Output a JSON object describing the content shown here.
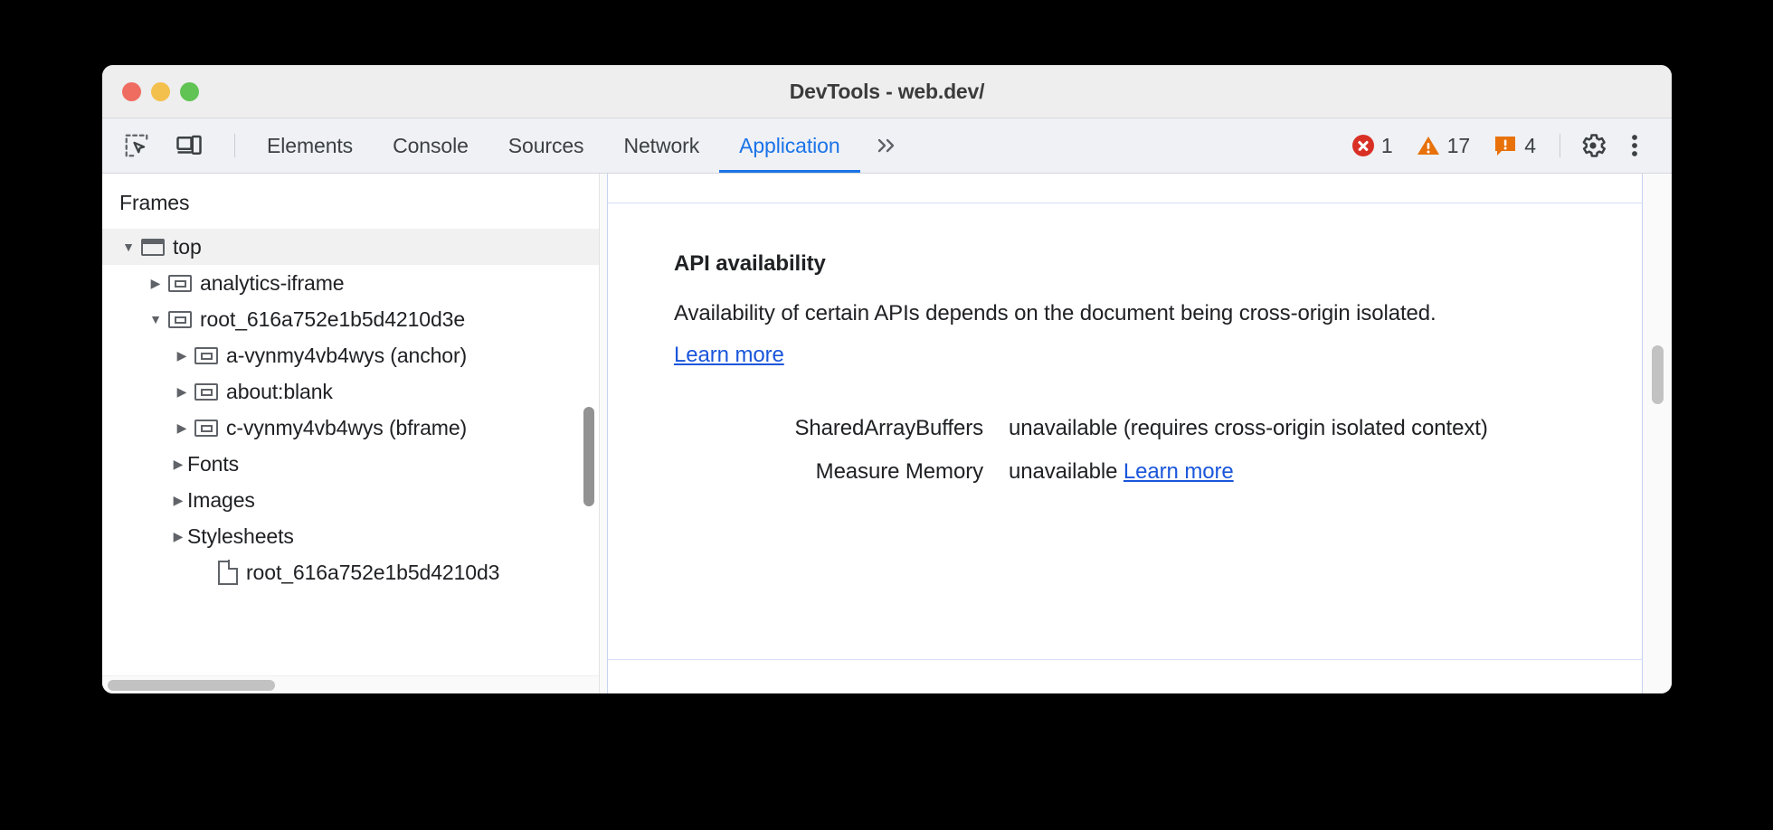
{
  "window": {
    "title": "DevTools - web.dev/",
    "traffic_lights": [
      "close",
      "minimize",
      "zoom"
    ]
  },
  "toolbar": {
    "inspect_icon": "inspect-element-icon",
    "device_icon": "device-toolbar-icon",
    "tabs": [
      {
        "label": "Elements",
        "active": false
      },
      {
        "label": "Console",
        "active": false
      },
      {
        "label": "Sources",
        "active": false
      },
      {
        "label": "Network",
        "active": false
      },
      {
        "label": "Application",
        "active": true
      }
    ],
    "more_tabs_label": "»",
    "status": {
      "errors": {
        "icon": "error-icon",
        "count": "1",
        "color": "#d93025"
      },
      "warnings": {
        "icon": "warning-icon",
        "count": "17",
        "color": "#e8710a"
      },
      "issues": {
        "icon": "issue-icon",
        "count": "4",
        "color": "#e8710a"
      }
    },
    "settings_icon": "gear-icon",
    "menu_icon": "kebab-menu-icon"
  },
  "sidebar": {
    "header": "Frames",
    "tree": [
      {
        "label": "top",
        "twisty": "▼",
        "icon": "page-frame-icon",
        "indent": 0,
        "selected": true
      },
      {
        "label": "analytics-iframe",
        "twisty": "▶",
        "icon": "iframe-icon",
        "indent": 1,
        "selected": false
      },
      {
        "label": "root_616a752e1b5d4210d3e",
        "twisty": "▼",
        "icon": "iframe-icon",
        "indent": 1,
        "selected": false
      },
      {
        "label": "a-vynmy4vb4wys (anchor)",
        "twisty": "▶",
        "icon": "iframe-icon",
        "indent": 2,
        "selected": false
      },
      {
        "label": "about:blank",
        "twisty": "▶",
        "icon": "iframe-icon",
        "indent": 2,
        "selected": false
      },
      {
        "label": "c-vynmy4vb4wys (bframe)",
        "twisty": "▶",
        "icon": "iframe-icon",
        "indent": 2,
        "selected": false
      },
      {
        "label": "Fonts",
        "twisty": "▶",
        "icon": "none",
        "indent": 1,
        "selected": false
      },
      {
        "label": "Images",
        "twisty": "▶",
        "icon": "none",
        "indent": 1,
        "selected": false
      },
      {
        "label": "Stylesheets",
        "twisty": "▶",
        "icon": "none",
        "indent": 1,
        "selected": false
      },
      {
        "label": "root_616a752e1b5d4210d3",
        "twisty": "none",
        "icon": "document-icon",
        "indent": 2,
        "selected": false
      }
    ]
  },
  "main": {
    "section_title": "API availability",
    "description_part1": "Availability of certain APIs depends on the document being cross-origin isolated. ",
    "description_link": "Learn more",
    "rows": [
      {
        "key": "SharedArrayBuffers",
        "value": "unavailable  (requires cross-origin isolated context)",
        "link": ""
      },
      {
        "key": "Measure Memory",
        "value": "unavailable ",
        "link": "Learn more"
      }
    ]
  },
  "colors": {
    "accent": "#1a73e8",
    "link": "#1a56db",
    "error": "#d93025",
    "warning": "#e8710a",
    "text": "#202124",
    "muted": "#5f6368"
  }
}
